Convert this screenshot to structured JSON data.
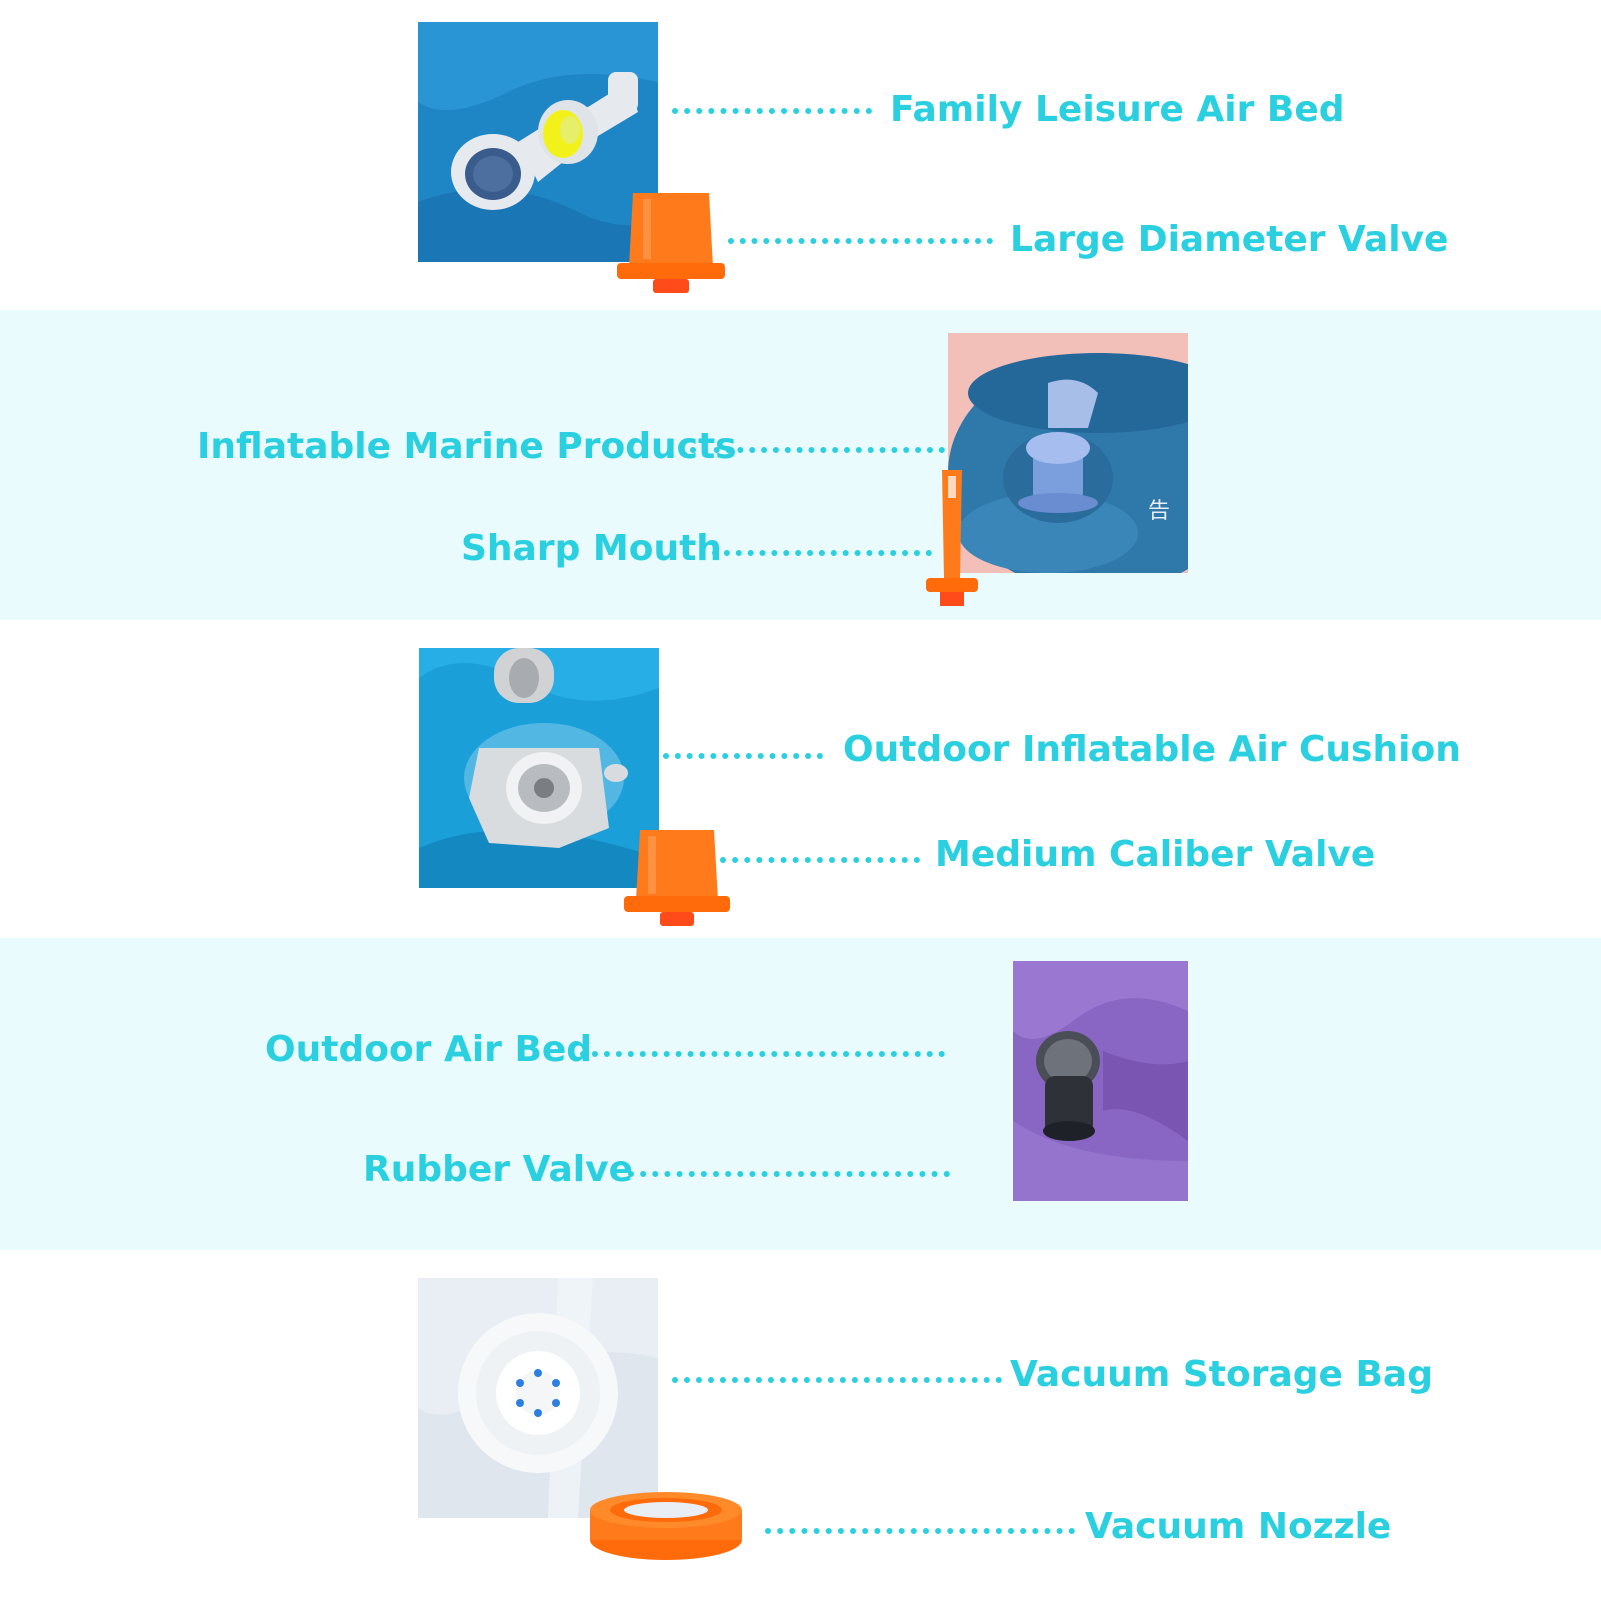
{
  "colors": {
    "text": "#2ad0e0",
    "dots": "#2ad0e0",
    "tint_band": "#e9fbfd",
    "nozzle_orange": "#ff7a1a"
  },
  "rows": [
    {
      "image_icon": "air-bed-valve-photo",
      "labels": [
        "Family Leisure Air Bed",
        "Large Diameter Valve"
      ]
    },
    {
      "image_icon": "marine-valve-photo",
      "labels": [
        "Inflatable Marine Products",
        "Sharp Mouth"
      ]
    },
    {
      "image_icon": "air-cushion-valve-photo",
      "labels": [
        "Outdoor Inflatable Air Cushion",
        "Medium Caliber Valve"
      ]
    },
    {
      "image_icon": "rubber-valve-photo",
      "labels": [
        "Outdoor Air Bed",
        "Rubber Valve"
      ]
    },
    {
      "image_icon": "vacuum-bag-valve-photo",
      "labels": [
        "Vacuum Storage Bag",
        "Vacuum Nozzle"
      ]
    }
  ]
}
